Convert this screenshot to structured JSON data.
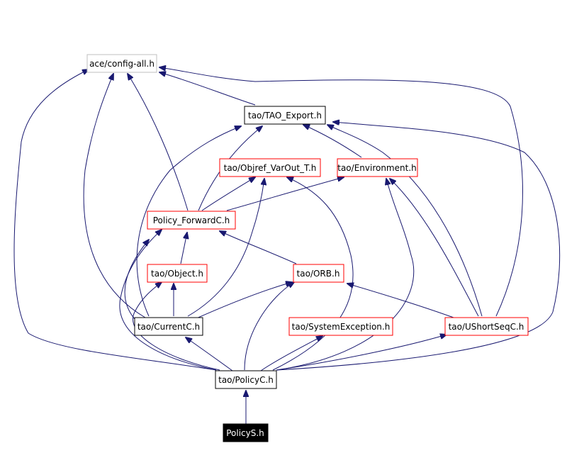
{
  "colors": {
    "edge": "#191970",
    "border_black": "#000000",
    "border_red": "#ff0000",
    "border_gray": "#bfbfbf",
    "selected_fill": "#000000",
    "selected_text": "#ffffff"
  },
  "nodes": {
    "ace_config_all": {
      "label": "ace/config-all.h",
      "border": "gray"
    },
    "tao_export": {
      "label": "tao/TAO_Export.h",
      "border": "black"
    },
    "objref_varout": {
      "label": "tao/Objref_VarOut_T.h",
      "border": "red"
    },
    "environment": {
      "label": "tao/Environment.h",
      "border": "red"
    },
    "policy_forward": {
      "label": "Policy_ForwardC.h",
      "border": "red"
    },
    "object": {
      "label": "tao/Object.h",
      "border": "red"
    },
    "orb": {
      "label": "tao/ORB.h",
      "border": "red"
    },
    "current": {
      "label": "tao/CurrentC.h",
      "border": "black"
    },
    "system_exception": {
      "label": "tao/SystemException.h",
      "border": "red"
    },
    "ushortseq": {
      "label": "tao/UShortSeqC.h",
      "border": "red"
    },
    "policyc": {
      "label": "tao/PolicyC.h",
      "border": "black"
    },
    "policys": {
      "label": "PolicyS.h",
      "border": "selected"
    }
  }
}
